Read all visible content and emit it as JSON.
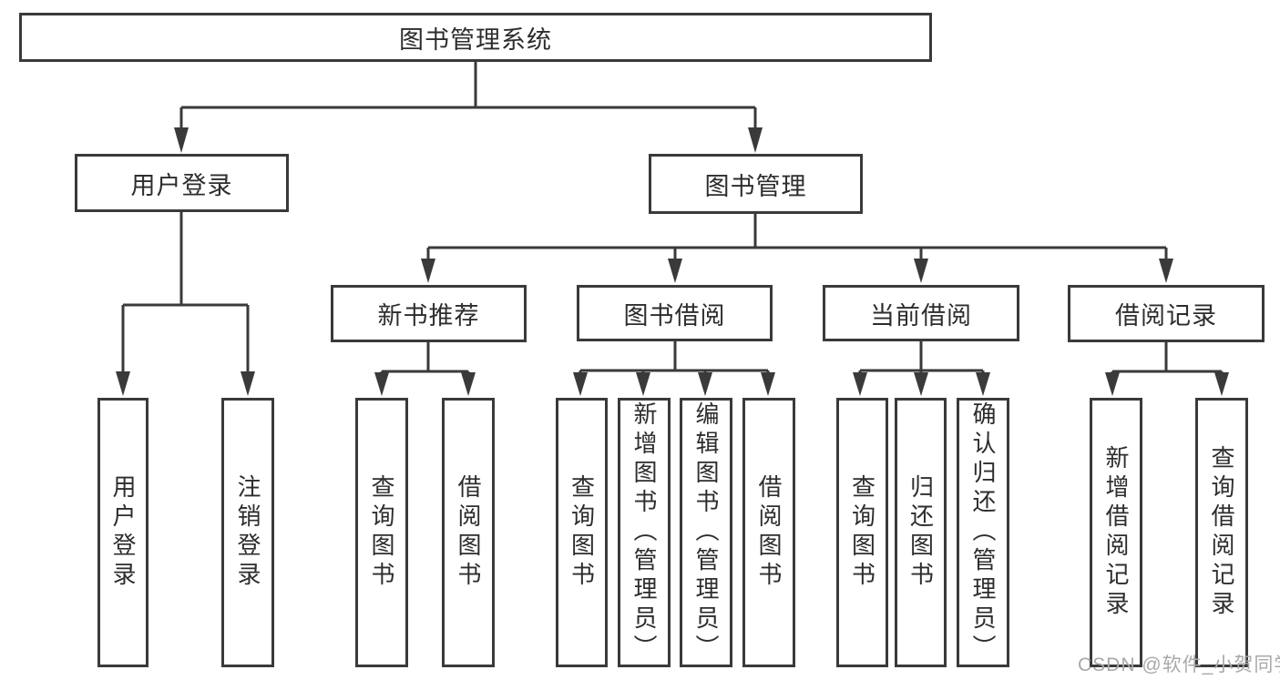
{
  "tree": {
    "root": {
      "label": "图书管理系统"
    },
    "branches": [
      {
        "label": "用户登录",
        "children": [
          {
            "label": "用户登录"
          },
          {
            "label": "注销登录"
          }
        ]
      },
      {
        "label": "图书管理",
        "children": [
          {
            "label": "新书推荐",
            "children": [
              {
                "label": "查询图书"
              },
              {
                "label": "借阅图书"
              }
            ]
          },
          {
            "label": "图书借阅",
            "children": [
              {
                "label": "查询图书"
              },
              {
                "label": "新增图书（管理员）"
              },
              {
                "label": "编辑图书（管理员）"
              },
              {
                "label": "借阅图书"
              }
            ]
          },
          {
            "label": "当前借阅",
            "children": [
              {
                "label": "查询图书"
              },
              {
                "label": "归还图书"
              },
              {
                "label": "确认归还（管理员）"
              }
            ]
          },
          {
            "label": "借阅记录",
            "children": [
              {
                "label": "新增借阅记录"
              },
              {
                "label": "查询借阅记录"
              }
            ]
          }
        ]
      }
    ]
  },
  "watermark": {
    "text": "CSDN @软件_小贺同学"
  },
  "colors": {
    "line": "#3a3a3a",
    "text": "#2d2d2d",
    "background": "#ffffff",
    "watermark": "#aba8a8"
  }
}
